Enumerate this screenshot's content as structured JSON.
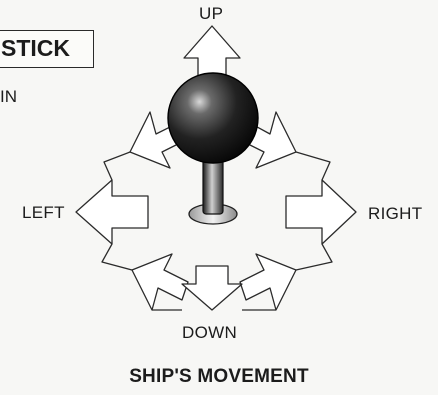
{
  "header": {
    "box_text": "STICK",
    "sub_text": "IN"
  },
  "directions": {
    "up": "UP",
    "down": "DOWN",
    "left": "LEFT",
    "right": "RIGHT"
  },
  "caption": "SHIP'S MOVEMENT"
}
